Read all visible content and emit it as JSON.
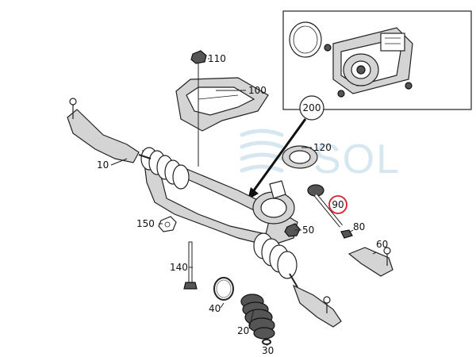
{
  "callouts": [
    {
      "id": "p10",
      "text": "10"
    },
    {
      "id": "p20",
      "text": "20"
    },
    {
      "id": "p30",
      "text": "30"
    },
    {
      "id": "p40",
      "text": "40"
    },
    {
      "id": "p50",
      "text": "50"
    },
    {
      "id": "p60",
      "text": "60"
    },
    {
      "id": "p80",
      "text": "80"
    },
    {
      "id": "p90",
      "text": "90",
      "highlighted": true
    },
    {
      "id": "p100",
      "text": "100"
    },
    {
      "id": "p110",
      "text": "110"
    },
    {
      "id": "p120",
      "text": "120"
    },
    {
      "id": "p140",
      "text": "140"
    },
    {
      "id": "p150",
      "text": "150"
    },
    {
      "id": "p200",
      "text": "200"
    }
  ],
  "watermark": {
    "text": "SOL"
  },
  "colors": {
    "highlight": "#d81b2a",
    "watermark": "#cfe3ee",
    "line": "#222222"
  }
}
